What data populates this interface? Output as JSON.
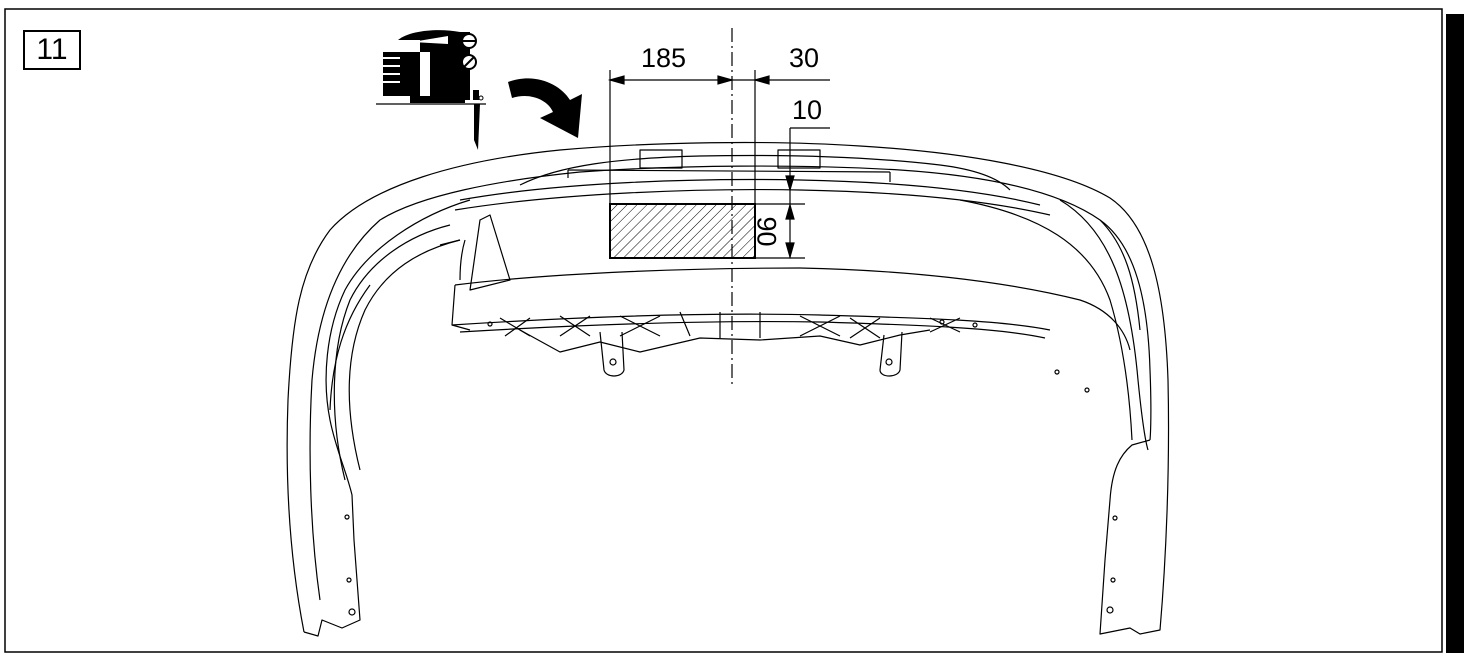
{
  "step": {
    "number": "11"
  },
  "dimensions": {
    "width_left": "185",
    "width_right": "30",
    "offset_top": "10",
    "height": "90"
  },
  "icons": {
    "tool": "jigsaw-icon",
    "direction": "curved-arrow-icon"
  },
  "colors": {
    "line": "#000000",
    "background": "#ffffff",
    "hatch": "#000000"
  }
}
